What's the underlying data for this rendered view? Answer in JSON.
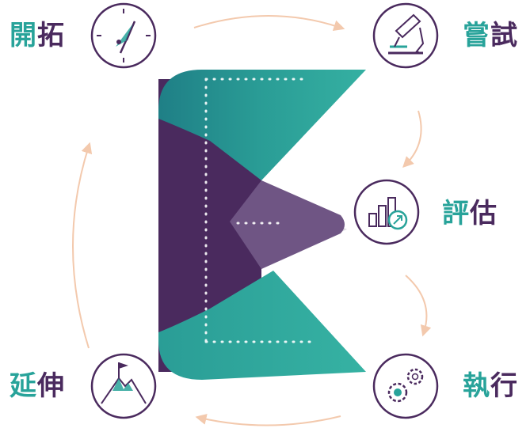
{
  "colors": {
    "teal": "#28a39a",
    "deep_purple": "#4a2a5e",
    "mid_purple": "#6f5584",
    "arrow": "#f3c9ad"
  },
  "stages": [
    {
      "id": "explore",
      "char1": "開",
      "char2": "拓",
      "icon": "compass-icon"
    },
    {
      "id": "try",
      "char1": "嘗",
      "char2": "試",
      "icon": "microscope-icon"
    },
    {
      "id": "evaluate",
      "char1": "評",
      "char2": "估",
      "icon": "chart-icon"
    },
    {
      "id": "execute",
      "char1": "執",
      "char2": "行",
      "icon": "gears-icon"
    },
    {
      "id": "extend",
      "char1": "延",
      "char2": "伸",
      "icon": "mountain-flag-icon"
    }
  ]
}
